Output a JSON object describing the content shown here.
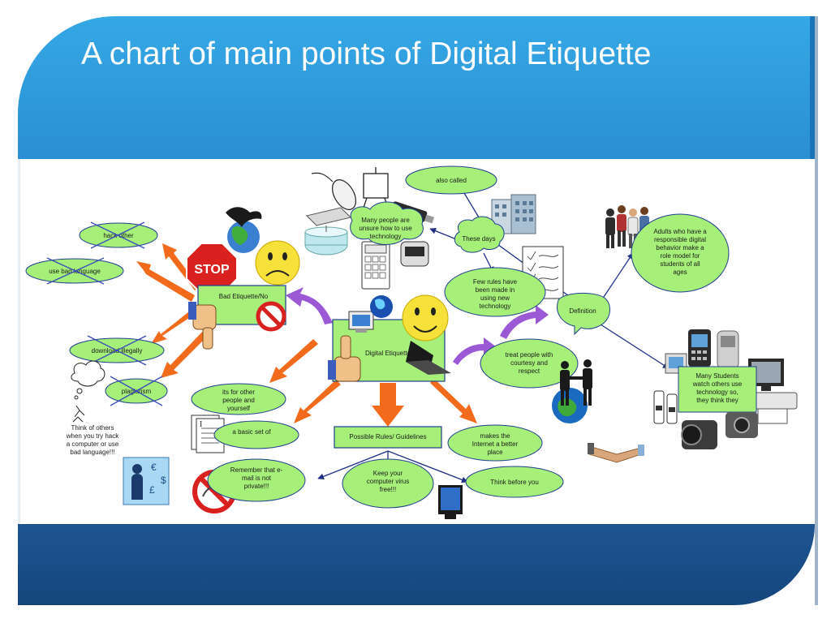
{
  "title": "A chart of main points of Digital Etiquette",
  "nodes": {
    "center": "Digital Etiquette",
    "bad": "Bad Etiquette/No",
    "stop": "STOP",
    "also_called": "also called",
    "many_unsure": [
      "Many people are",
      "unsure how to use",
      "technology"
    ],
    "these_days": "These days",
    "few_rules": [
      "Few rules have",
      "been made in",
      "using new",
      "technology"
    ],
    "definition": "Definition",
    "adults": [
      "Adults who have a",
      "responsible digital",
      "behavior make a",
      "role model for",
      "students of all",
      "ages"
    ],
    "treat": [
      "treat people with",
      "courtesy and",
      "respect"
    ],
    "students": [
      "Many Students",
      "watch others use",
      "technology so,",
      "they think they"
    ],
    "hack": "hack other",
    "bad_language": "use bad language",
    "download": "download illegally",
    "plagiarism": "plagiarism",
    "think_others": [
      "Think of others",
      "when you try hack",
      "a computer or use",
      "bad language!!!"
    ],
    "its_for": [
      "its for other",
      "people and",
      "yourself"
    ],
    "basic_set": "a basic set of",
    "possible": "Possible Rules/ Guidelines",
    "makes_internet": [
      "makes the",
      "Internet a better",
      "place"
    ],
    "email": [
      "Remember that e-",
      "mail is not",
      "private!!!"
    ],
    "virus": [
      "Keep your",
      "computer virus",
      "free!!!"
    ],
    "think_before": "Think before you"
  },
  "colors": {
    "header": "#35a8e6",
    "footer": "#1d5592",
    "node_fill": "#a6f07a",
    "node_stroke": "#1f3f8f",
    "arrow_orange": "#f26b1d",
    "arrow_purple": "#9b59d6",
    "connector": "#1f2f86"
  },
  "icons": [
    "mouse-icon",
    "easel-icon",
    "flash-drive-icon",
    "building-icon",
    "scanner-icon",
    "calculator-icon",
    "pager-icon",
    "checklist-icon",
    "people-group-icon",
    "globe-icon",
    "stop-sign-icon",
    "sad-face-icon",
    "smiley-face-icon",
    "thumbs-down-icon",
    "thumbs-up-icon",
    "no-sign-icon",
    "laptop-icon",
    "handshake-icon",
    "thought-bubble-icon",
    "money-icon",
    "document-icon",
    "monitor-icon",
    "cellphone-icon",
    "printer-icon",
    "camera-icon",
    "camcorder-icon"
  ]
}
